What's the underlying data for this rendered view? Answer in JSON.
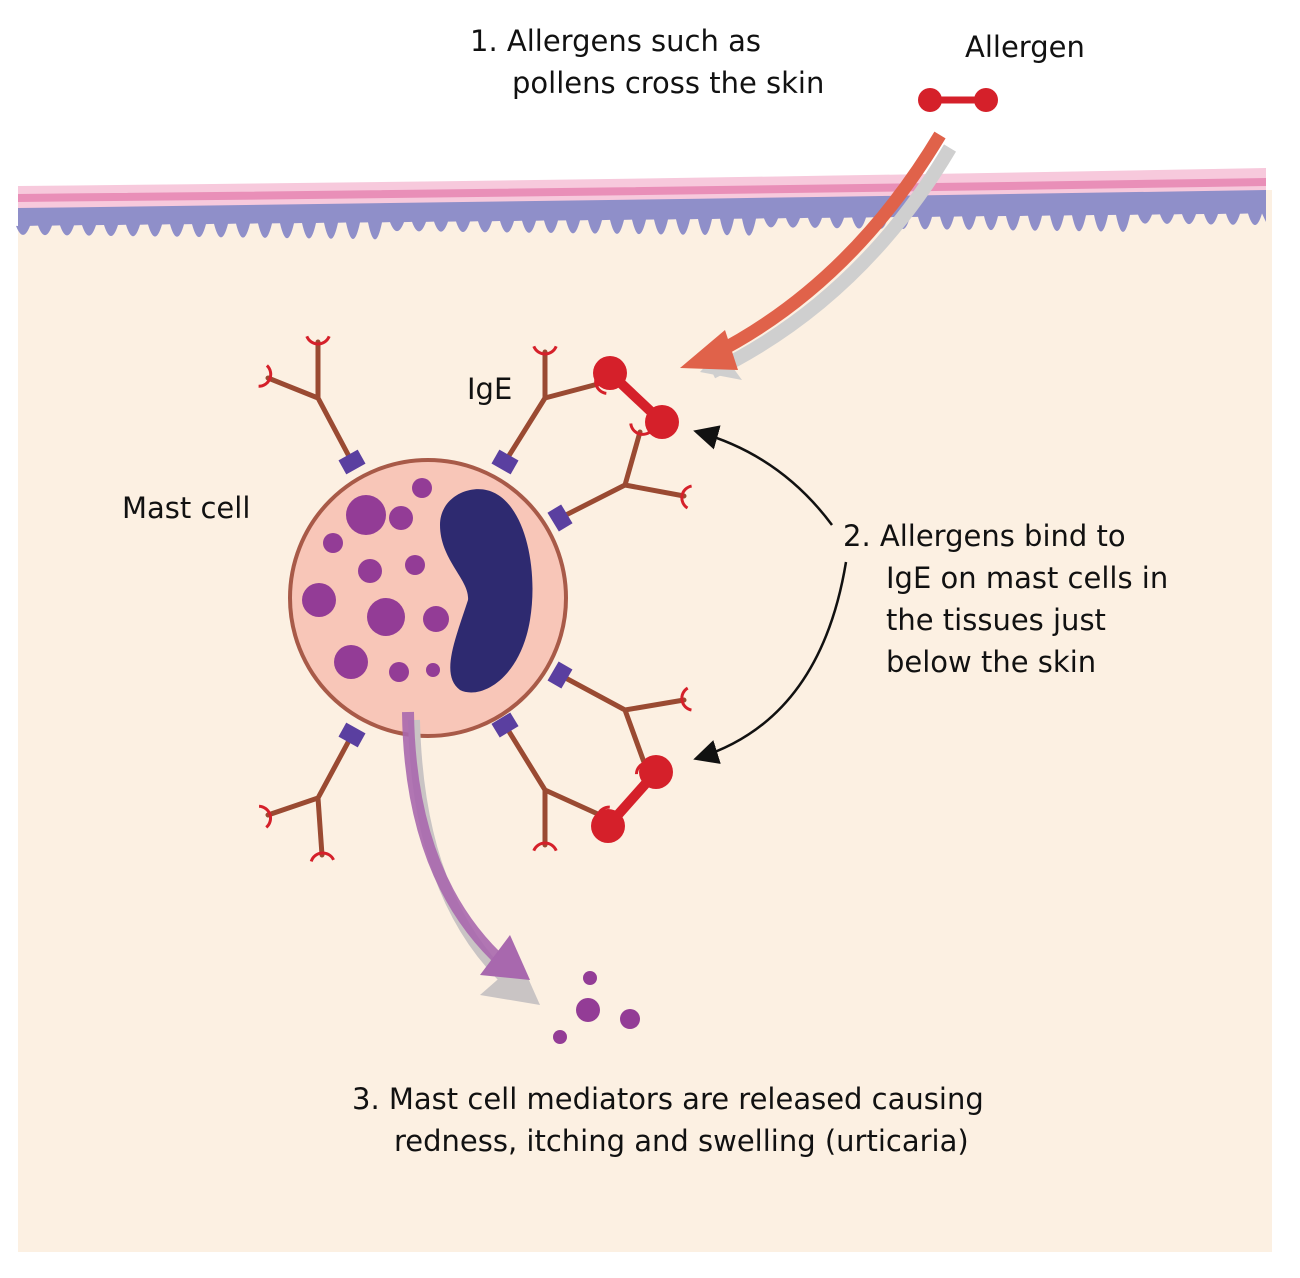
{
  "labels": {
    "step1": [
      "1. Allergens such as",
      "pollens cross the skin"
    ],
    "allergen": "Allergen",
    "ige": "IgE",
    "mast_cell": "Mast cell",
    "step2": [
      "2. Allergens bind to",
      "IgE on mast cells in",
      "the tissues just",
      "below the skin"
    ],
    "step3": [
      "3. Mast cell mediators are released causing",
      "redness, itching and swelling (urticaria)"
    ]
  },
  "colors": {
    "tissue": "#fcf0e2",
    "skin_pink": "#f2b7cf",
    "skin_purple": "#8f8fc9",
    "cell_fill": "#f8c6b8",
    "cell_outline": "#a85a48",
    "nucleus": "#2e2a70",
    "granule": "#933c96",
    "allergen": "#d5202a",
    "antibody": "#9a4a32",
    "receptor": "#5a3fa0"
  }
}
